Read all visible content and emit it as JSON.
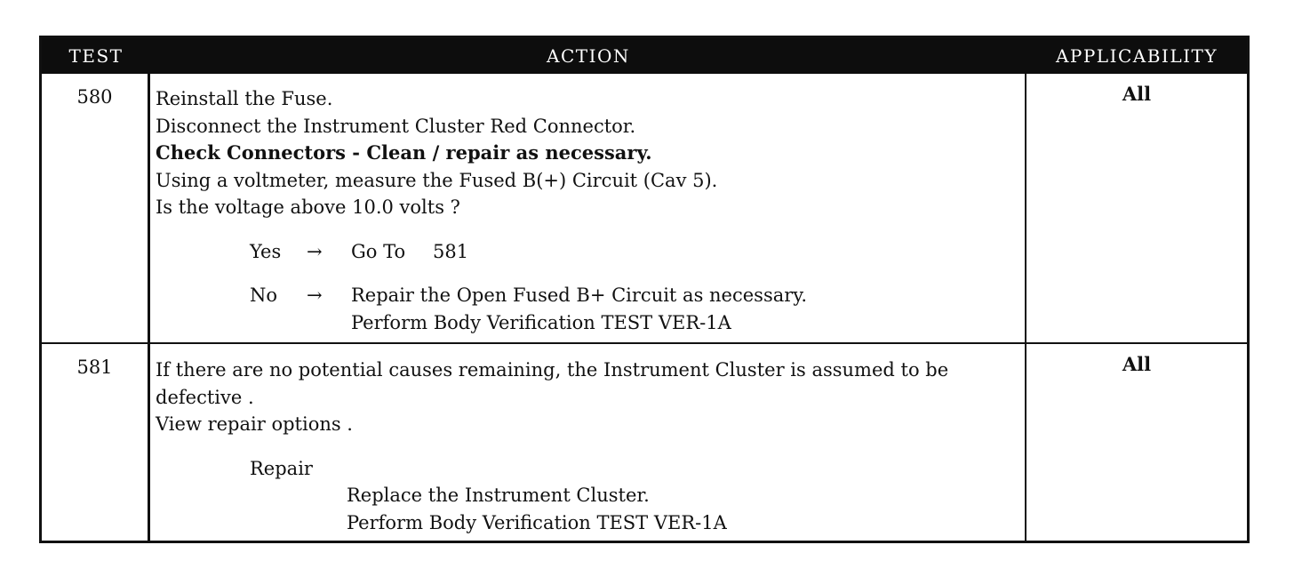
{
  "header": {
    "test": "TEST",
    "action": "ACTION",
    "applicability": "APPLICABILITY"
  },
  "rows": [
    {
      "test": "580",
      "applicability": "All",
      "lines": [
        "Reinstall the Fuse.",
        "Disconnect the Instrument Cluster Red Connector.",
        "Check Connectors - Clean / repair as necessary.",
        "Using a voltmeter, measure the Fused B(+) Circuit (Cav 5).",
        "Is the voltage above 10.0 volts ?"
      ],
      "yes": {
        "key": "Yes",
        "arrow": "→",
        "goto": "Go To",
        "target": "581"
      },
      "no": {
        "key": "No",
        "arrow": "→",
        "text_1": "Repair the Open Fused B+ Circuit as necessary.",
        "text_2": "Perform Body Verification TEST VER-1A"
      }
    },
    {
      "test": "581",
      "applicability": "All",
      "lines": [
        "If there are no potential causes remaining, the Instrument Cluster is assumed to be",
        "defective .",
        "View repair options ."
      ],
      "repair": {
        "heading": "Repair",
        "step_1": "Replace the Instrument Cluster.",
        "step_2": "Perform Body Verification TEST VER-1A"
      }
    }
  ]
}
